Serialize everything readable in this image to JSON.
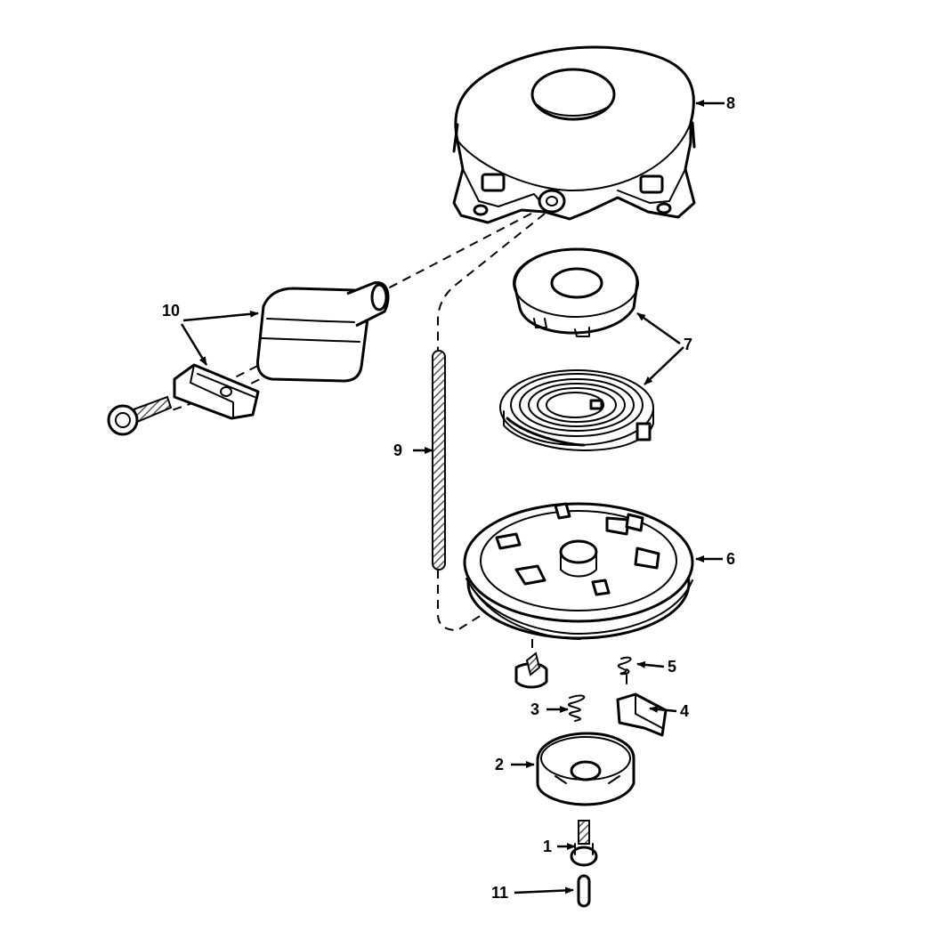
{
  "callouts": {
    "c1": "1",
    "c2": "2",
    "c3": "3",
    "c4": "4",
    "c5": "5",
    "c6": "6",
    "c7": "7",
    "c8": "8",
    "c9": "9",
    "c10": "10",
    "c11": "11"
  },
  "colors": {
    "ink": "#000000",
    "paper": "#ffffff",
    "hatch": "#6e6e6e"
  }
}
